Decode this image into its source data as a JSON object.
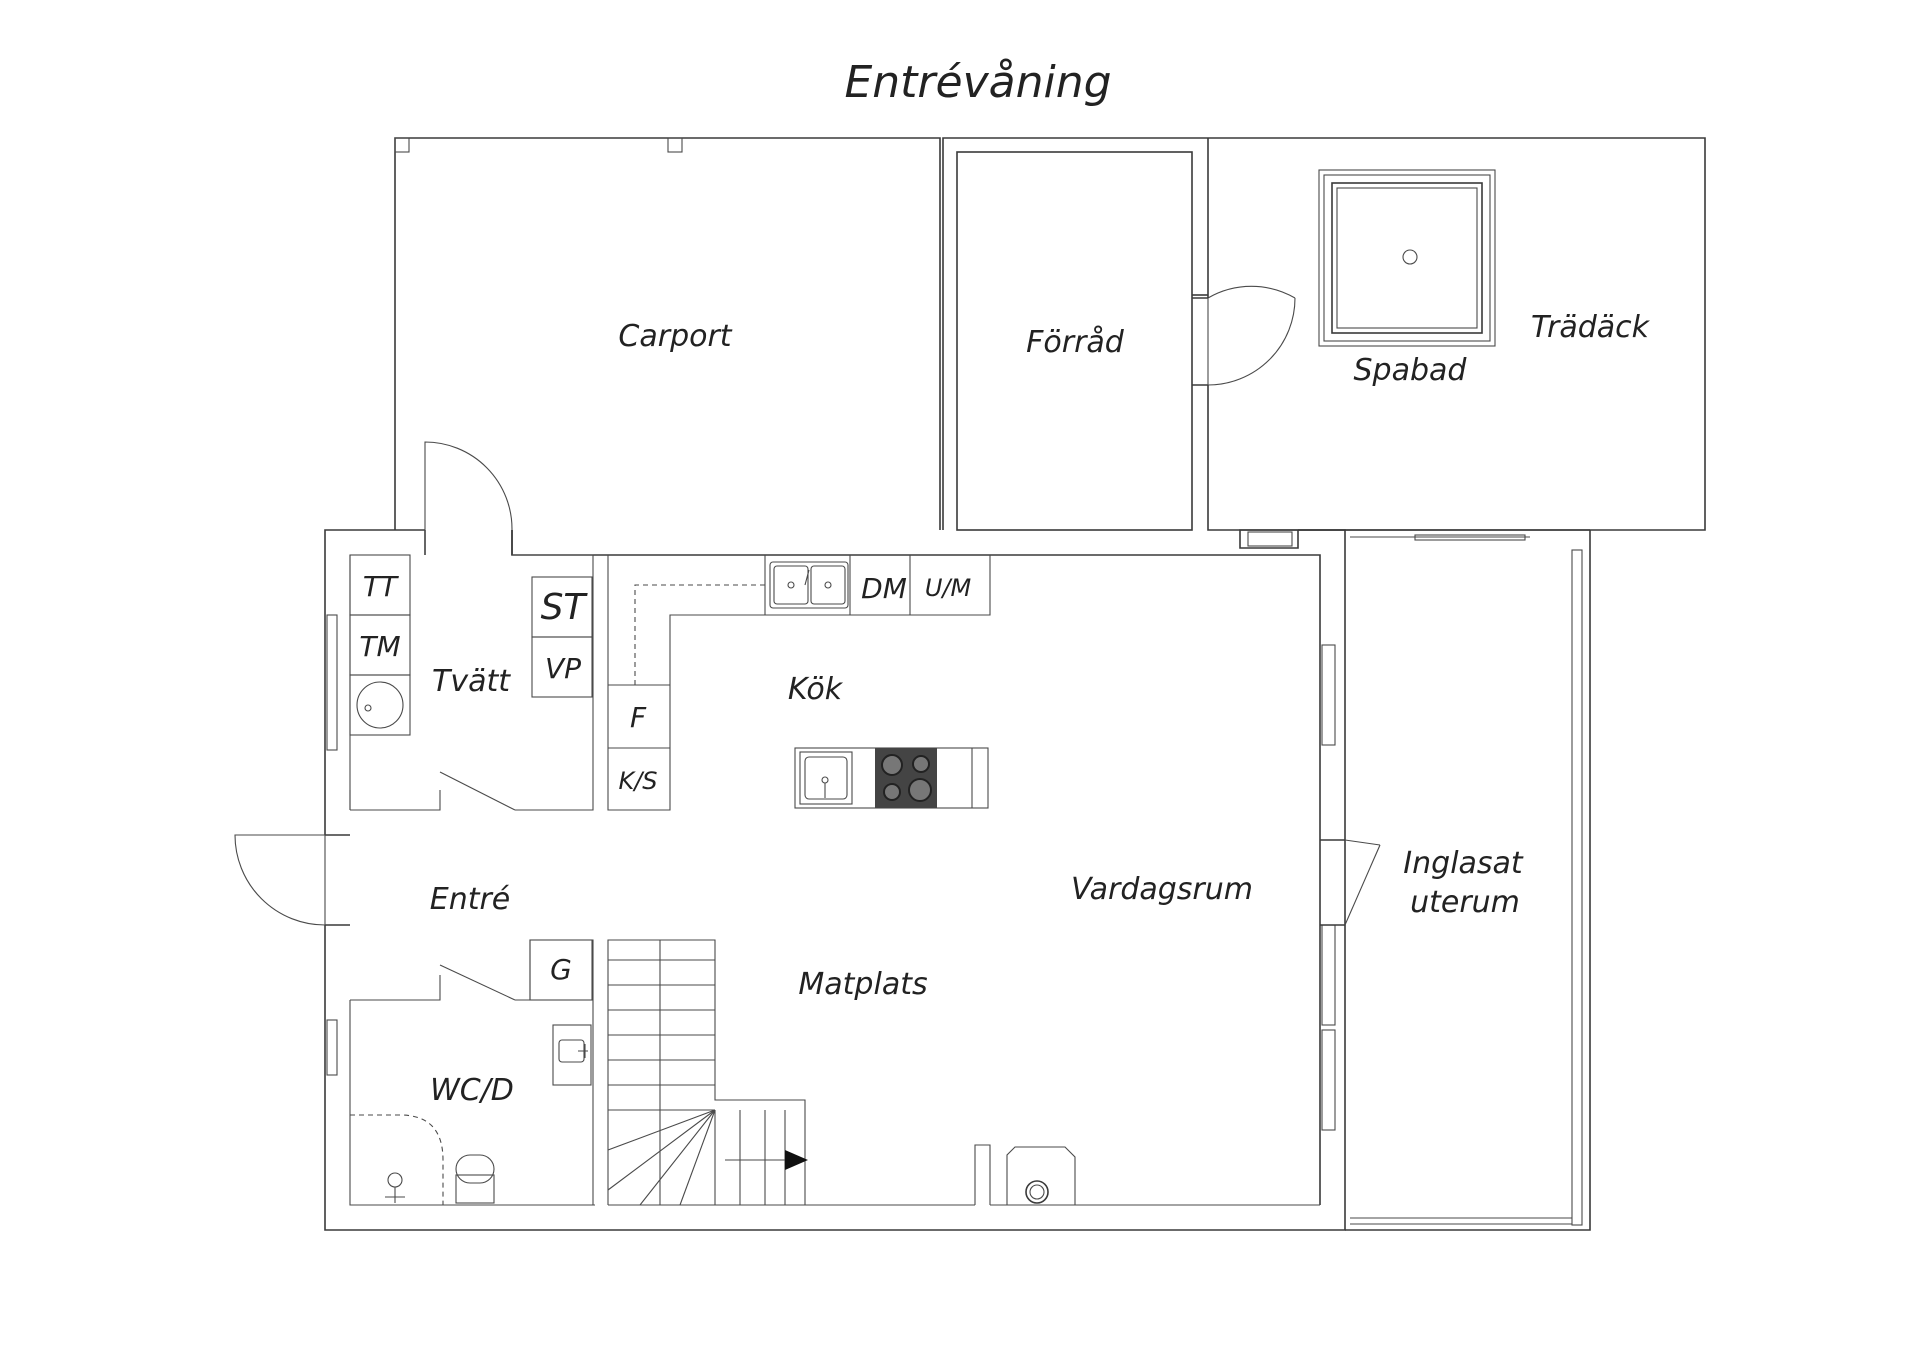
{
  "title": "Entrévåning",
  "rooms": {
    "carport": "Carport",
    "forrad": "Förråd",
    "spabad": "Spabad",
    "tradack": "Trädäck",
    "tvatt": "Tvätt",
    "kok": "Kök",
    "entre": "Entré",
    "vardagsrum": "Vardagsrum",
    "matplats": "Matplats",
    "wc": "WC/D",
    "uterum_line1": "Inglasat",
    "uterum_line2": "uterum"
  },
  "fixtures": {
    "tt": "TT",
    "tm": "TM",
    "st": "ST",
    "vp": "VP",
    "dm": "DM",
    "um": "U/M",
    "f": "F",
    "ks": "K/S",
    "g": "G"
  }
}
